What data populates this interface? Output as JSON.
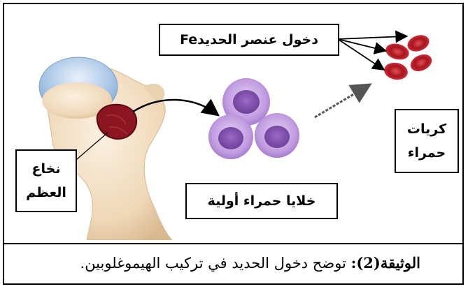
{
  "labels": {
    "iron_entry": "دخول عنصر الحديدFe",
    "bone_marrow_line1": "نخاع",
    "bone_marrow_line2": "العظم",
    "precursor_cells": "خلايا حمراء أولية",
    "red_cells_line1": "كريات",
    "red_cells_line2": "حمراء"
  },
  "caption": {
    "title": "الوثيقة(2):",
    "text": "توضح دخول الحديد في تركيب الهيموغلوبين."
  },
  "colors": {
    "bone": "#f1dcc0",
    "cartilage": "#a9c6e6",
    "marrow": "#8b1622",
    "precursor_cell": "#b98fd6",
    "precursor_nucleus": "#7a4aa8",
    "red_cell": "#c4202b",
    "border": "#000000"
  }
}
